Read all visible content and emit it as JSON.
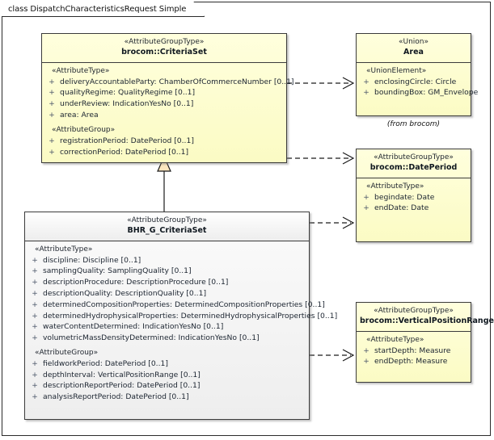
{
  "diagram": {
    "tab_label": "class DispatchCharacteristicsRequest Simple"
  },
  "classes": {
    "criteria_set": {
      "stereotype": "«AttributeGroupType»",
      "name": "brocom::CriteriaSet",
      "groups": [
        {
          "label": "«AttributeType»",
          "attributes": [
            {
              "vis": "+",
              "sig": "deliveryAccountableParty: ChamberOfCommerceNumber [0..1]"
            },
            {
              "vis": "+",
              "sig": "qualityRegime: QualityRegime [0..1]"
            },
            {
              "vis": "+",
              "sig": "underReview: IndicationYesNo [0..1]"
            },
            {
              "vis": "+",
              "sig": "area: Area"
            }
          ]
        },
        {
          "label": "«AttributeGroup»",
          "attributes": [
            {
              "vis": "+",
              "sig": "registrationPeriod: DatePeriod [0..1]"
            },
            {
              "vis": "+",
              "sig": "correctionPeriod: DatePeriod [0..1]"
            }
          ]
        }
      ]
    },
    "bhr_criteria_set": {
      "stereotype": "«AttributeGroupType»",
      "name": "BHR_G_CriteriaSet",
      "groups": [
        {
          "label": "«AttributeType»",
          "attributes": [
            {
              "vis": "+",
              "sig": "discipline: Discipline [0..1]"
            },
            {
              "vis": "+",
              "sig": "samplingQuality: SamplingQuality [0..1]"
            },
            {
              "vis": "+",
              "sig": "descriptionProcedure: DescriptionProcedure [0..1]"
            },
            {
              "vis": "+",
              "sig": "descriptionQuality: DescriptionQuality [0..1]"
            },
            {
              "vis": "+",
              "sig": "determinedCompositionProperties: DeterminedCompositionProperties [0..1]"
            },
            {
              "vis": "+",
              "sig": "determinedHydrophysicalProperties: DeterminedHydrophysicalProperties [0..1]"
            },
            {
              "vis": "+",
              "sig": "waterContentDetermined: IndicationYesNo [0..1]"
            },
            {
              "vis": "+",
              "sig": "volumetricMassDensityDetermined: IndicationYesNo [0..1]"
            }
          ]
        },
        {
          "label": "«AttributeGroup»",
          "attributes": [
            {
              "vis": "+",
              "sig": "fieldworkPeriod: DatePeriod [0..1]"
            },
            {
              "vis": "+",
              "sig": "depthInterval: VerticalPositionRange [0..1]"
            },
            {
              "vis": "+",
              "sig": "descriptionReportPeriod: DatePeriod [0..1]"
            },
            {
              "vis": "+",
              "sig": "analysisReportPeriod: DatePeriod [0..1]"
            }
          ]
        }
      ]
    },
    "area": {
      "stereotype": "«Union»",
      "name": "Area",
      "note": "(from brocom)",
      "groups": [
        {
          "label": "«UnionElement»",
          "attributes": [
            {
              "vis": "+",
              "sig": "enclosingCircle: Circle"
            },
            {
              "vis": "+",
              "sig": "boundingBox: GM_Envelope"
            }
          ]
        }
      ]
    },
    "date_period": {
      "stereotype": "«AttributeGroupType»",
      "name": "brocom::DatePeriod",
      "groups": [
        {
          "label": "«AttributeType»",
          "attributes": [
            {
              "vis": "+",
              "sig": "begindate: Date"
            },
            {
              "vis": "+",
              "sig": "endDate: Date"
            }
          ]
        }
      ]
    },
    "vertical_position_range": {
      "stereotype": "«AttributeGroupType»",
      "name": "brocom::VerticalPositionRange",
      "groups": [
        {
          "label": "«AttributeType»",
          "attributes": [
            {
              "vis": "+",
              "sig": "startDepth: Measure"
            },
            {
              "vis": "+",
              "sig": "endDepth: Measure"
            }
          ]
        }
      ]
    }
  },
  "colors": {
    "class_fill_yellow": "#feffc9",
    "class_fill_gray": "#f2f2f2",
    "border": "#3b3b3b",
    "text": "#1b2430"
  }
}
